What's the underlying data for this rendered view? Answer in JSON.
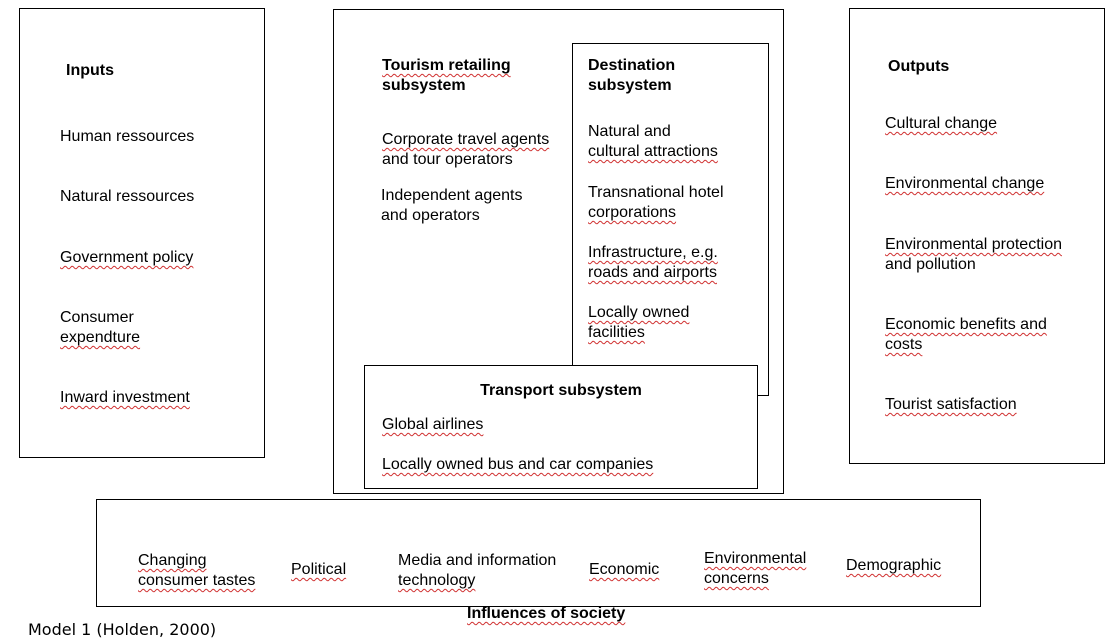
{
  "inputs": {
    "heading": "Inputs",
    "items": [
      {
        "lines": [
          "Human ressources"
        ]
      },
      {
        "lines": [
          "Natural ressources"
        ]
      },
      {
        "lines": [
          "Government policy"
        ]
      },
      {
        "lines": [
          "Consumer",
          "expendture"
        ]
      },
      {
        "lines": [
          "Inward investment"
        ]
      }
    ]
  },
  "retailing": {
    "heading_lines": [
      "Tourism retailing",
      "subsystem"
    ],
    "items": [
      {
        "lines": [
          "Corporate travel agents",
          "and tour operators"
        ]
      },
      {
        "lines": [
          "Independent agents",
          "and operators"
        ]
      }
    ]
  },
  "destination": {
    "heading_lines": [
      "Destination",
      "subsystem"
    ],
    "items": [
      {
        "lines": [
          "Natural and",
          "cultural attractions"
        ]
      },
      {
        "lines": [
          "Transnational hotel",
          "corporations"
        ]
      },
      {
        "lines": [
          "Infrastructure, e.g.",
          "roads and airports"
        ]
      },
      {
        "lines": [
          "Locally owned",
          "facilities"
        ]
      }
    ]
  },
  "transport": {
    "heading": "Transport subsystem",
    "items": [
      "Global airlines",
      "Locally owned bus and car companies"
    ]
  },
  "outputs": {
    "heading": "Outputs",
    "items": [
      {
        "lines": [
          "Cultural change"
        ]
      },
      {
        "lines": [
          "Environmental change"
        ]
      },
      {
        "lines": [
          "Environmental protection",
          "and pollution"
        ]
      },
      {
        "lines": [
          "Economic benefits and",
          "costs"
        ]
      },
      {
        "lines": [
          "Tourist satisfaction"
        ]
      }
    ]
  },
  "society": {
    "heading": "Influences of society",
    "items": [
      {
        "lines": [
          "Changing",
          "consumer tastes"
        ]
      },
      {
        "lines": [
          "Political"
        ]
      },
      {
        "lines": [
          "Media and information",
          "technology"
        ]
      },
      {
        "lines": [
          "Economic"
        ]
      },
      {
        "lines": [
          "Environmental",
          "concerns"
        ]
      },
      {
        "lines": [
          "Demographic"
        ]
      }
    ]
  },
  "caption": "Model 1 (Holden, 2000)"
}
